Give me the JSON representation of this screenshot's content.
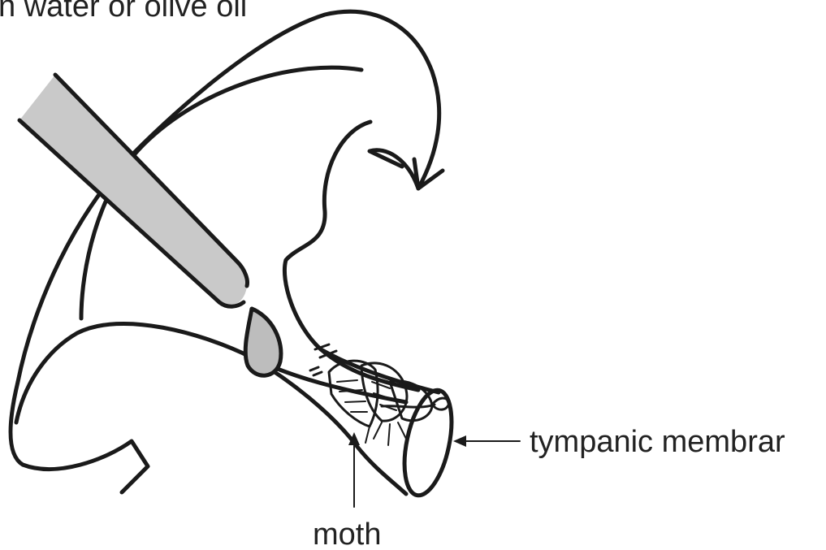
{
  "labels": {
    "top_caption": "n water or olive oil",
    "tympanic": "tympanic membrar",
    "moth": "moth"
  },
  "colors": {
    "line": "#1a1a1a",
    "dropper_fill": "#c9c9c9",
    "drop_fill": "#bdbdbd",
    "text": "#222222"
  }
}
